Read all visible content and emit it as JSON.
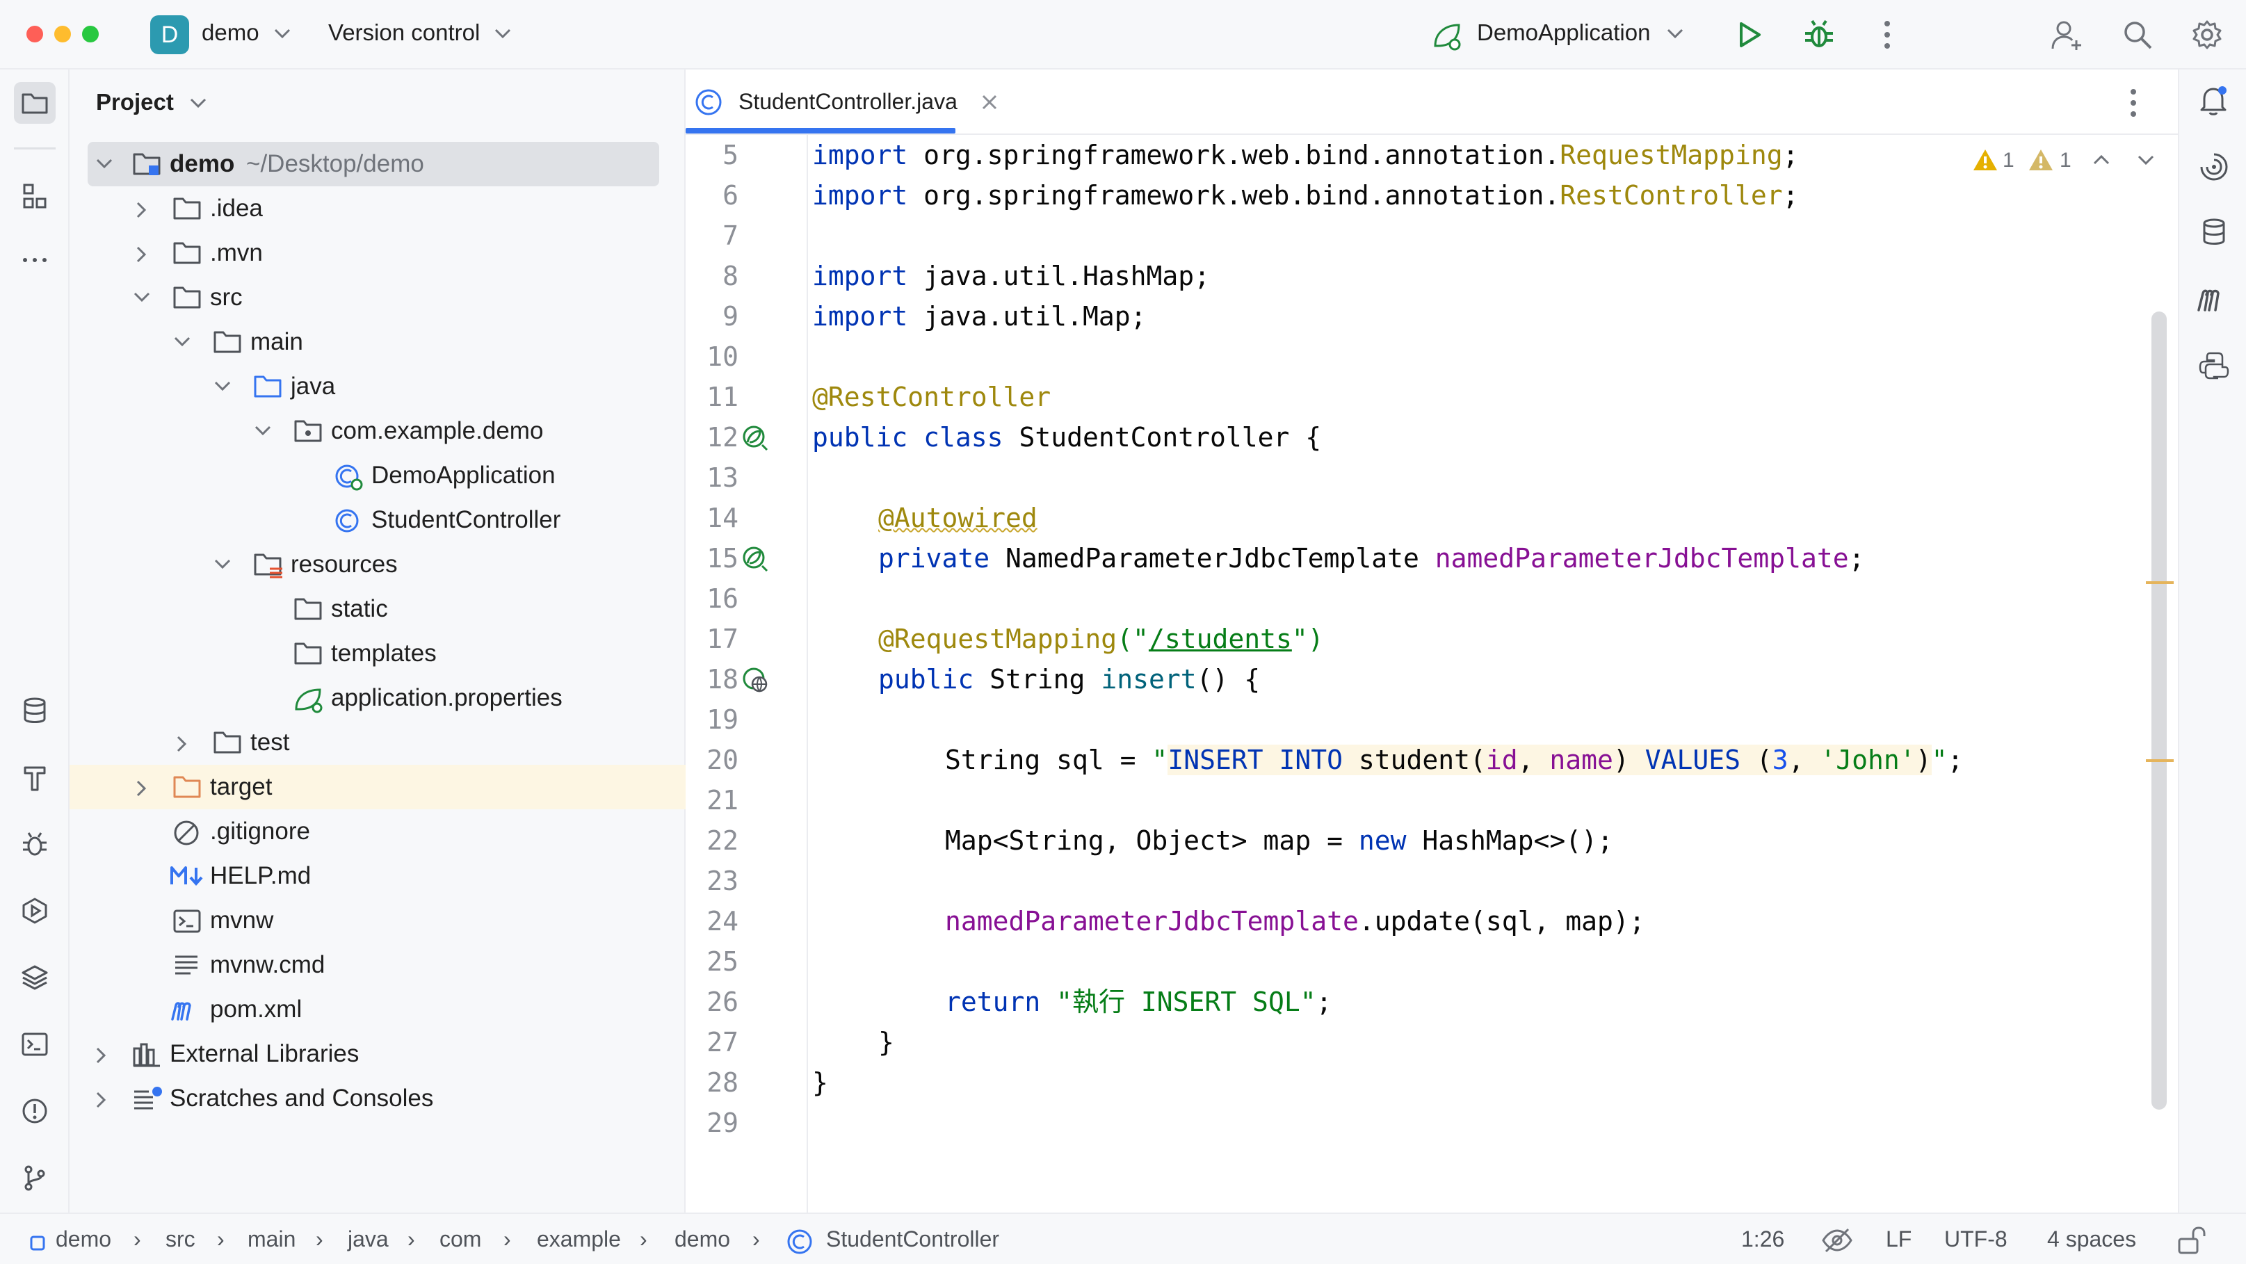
{
  "titlebar": {
    "project_badge": "D",
    "project_name": "demo",
    "vcs_label": "Version control",
    "run_config": "DemoApplication"
  },
  "project_panel": {
    "title": "Project",
    "tree": [
      {
        "label": "demo",
        "path": "~/Desktop/demo",
        "icon": "module-folder-icon",
        "expanded": true
      },
      {
        "label": ".idea",
        "icon": "folder-icon",
        "expanded": false
      },
      {
        "label": ".mvn",
        "icon": "folder-icon",
        "expanded": false
      },
      {
        "label": "src",
        "icon": "folder-icon",
        "expanded": true
      },
      {
        "label": "main",
        "icon": "folder-icon",
        "expanded": true
      },
      {
        "label": "java",
        "icon": "source-folder-icon",
        "expanded": true
      },
      {
        "label": "com.example.demo",
        "icon": "package-icon",
        "expanded": true
      },
      {
        "label": "DemoApplication",
        "icon": "spring-boot-class-icon"
      },
      {
        "label": "StudentController",
        "icon": "class-icon"
      },
      {
        "label": "resources",
        "icon": "resources-folder-icon",
        "expanded": true
      },
      {
        "label": "static",
        "icon": "folder-icon"
      },
      {
        "label": "templates",
        "icon": "folder-icon"
      },
      {
        "label": "application.properties",
        "icon": "spring-properties-icon"
      },
      {
        "label": "test",
        "icon": "folder-icon",
        "expanded": false
      },
      {
        "label": "target",
        "icon": "excluded-folder-icon",
        "expanded": false
      },
      {
        "label": ".gitignore",
        "icon": "ignore-file-icon"
      },
      {
        "label": "HELP.md",
        "icon": "markdown-icon"
      },
      {
        "label": "mvnw",
        "icon": "shell-script-icon"
      },
      {
        "label": "mvnw.cmd",
        "icon": "text-file-icon"
      },
      {
        "label": "pom.xml",
        "icon": "maven-icon"
      },
      {
        "label": "External Libraries",
        "icon": "libraries-icon",
        "expanded": false
      },
      {
        "label": "Scratches and Consoles",
        "icon": "scratches-icon",
        "expanded": false
      }
    ]
  },
  "editor": {
    "tab_label": "StudentController.java",
    "warnings_a": "1",
    "warnings_b": "1",
    "line_numbers": [
      "5",
      "6",
      "7",
      "8",
      "9",
      "10",
      "11",
      "12",
      "13",
      "14",
      "15",
      "16",
      "17",
      "18",
      "19",
      "20",
      "21",
      "22",
      "23",
      "24",
      "25",
      "26",
      "27",
      "28",
      "29"
    ],
    "code": {
      "l5_import": "import",
      "l5_pkg": " org.springframework.web.bind.annotation.",
      "l5_cls": "RequestMapping",
      "l6_import": "import",
      "l6_pkg": " org.springframework.web.bind.annotation.",
      "l6_cls": "RestController",
      "l8_import": "import",
      "l8_rest": " java.util.HashMap;",
      "l9_import": "import",
      "l9_rest": " java.util.Map;",
      "l11_ann": "@RestController",
      "l12_public": "public",
      "l12_class": " class",
      "l12_rest": " StudentController {",
      "l14_ann": "@Autowired",
      "l15_private": "private",
      "l15_type": " NamedParameterJdbcTemplate ",
      "l15_field": "namedParameterJdbcTemplate",
      "l17_ann": "@RequestMapping",
      "l17_open": "(\"",
      "l17_path": "/students",
      "l17_close": "\")",
      "l18_public": "public",
      "l18_type": " String ",
      "l18_fn": "insert",
      "l18_rest": "() {",
      "l20_decl": "String sql = ",
      "l20_q1": "\"",
      "l20_kw1": "INSERT INTO",
      "l20_t1": " student(",
      "l20_id": "id",
      "l20_c1": ", ",
      "l20_name": "name",
      "l20_t2": ") ",
      "l20_kw2": "VALUES",
      "l20_t3": " (",
      "l20_num": "3",
      "l20_c2": ", ",
      "l20_str": "'John'",
      "l20_t4": ")",
      "l20_q2": "\"",
      "l20_end": ";",
      "l22_a": "Map<String, Object> map = ",
      "l22_new": "new",
      "l22_b": " HashMap<>();",
      "l24_field": "namedParameterJdbcTemplate",
      "l24_rest": ".update(sql, map);",
      "l26_return": "return",
      "l26_str": " \"執行 INSERT SQL\"",
      "l26_end": ";",
      "l27": "}",
      "l28": "}"
    }
  },
  "statusbar": {
    "breadcrumbs": [
      "demo",
      "src",
      "main",
      "java",
      "com",
      "example",
      "demo",
      "StudentController"
    ],
    "position": "1:26",
    "line_sep": "LF",
    "encoding": "UTF-8",
    "indent": "4 spaces"
  },
  "colors": {
    "accent": "#3574f0",
    "keyword": "#0033b3",
    "annotation": "#9e880d",
    "string": "#067d17",
    "field": "#871094",
    "run_green": "#208a3c"
  }
}
